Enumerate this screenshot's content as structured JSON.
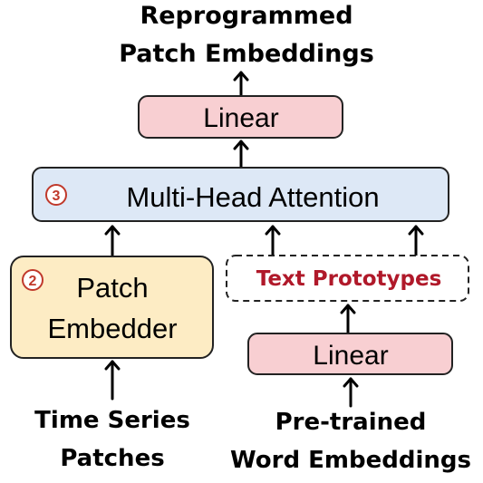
{
  "output": {
    "line1": "Reprogrammed",
    "line2": "Patch Embeddings"
  },
  "linear_top": {
    "label": "Linear"
  },
  "attention": {
    "number": "3",
    "label": "Multi-Head Attention"
  },
  "patch_embedder": {
    "number": "2",
    "line1": "Patch",
    "line2": "Embedder"
  },
  "text_prototypes": {
    "label": "Text Prototypes"
  },
  "linear_bottom": {
    "label": "Linear"
  },
  "input_left": {
    "line1": "Time Series",
    "line2": "Patches"
  },
  "input_right": {
    "line1": "Pre-trained",
    "line2": "Word Embeddings"
  },
  "colors": {
    "linear_fill": "#f8cfd2",
    "attention_fill": "#dde8f6",
    "embedder_fill": "#fdecc4",
    "prototype_text": "#b0192a",
    "number_circle": "#c0392b"
  }
}
